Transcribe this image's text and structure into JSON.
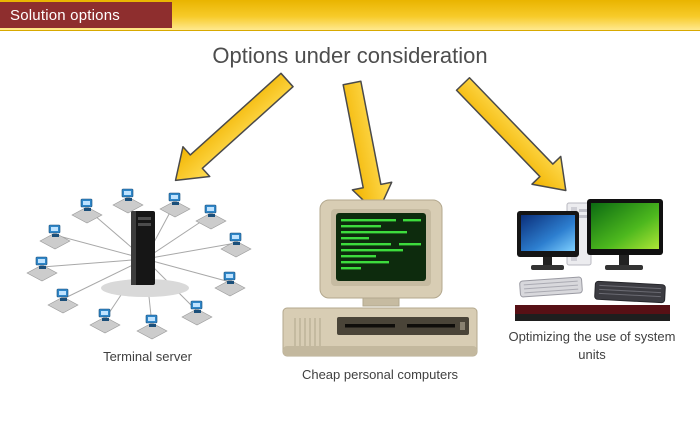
{
  "slide": {
    "header": {
      "label": "Solution options",
      "block_color": "#8E2E2E",
      "bar_color": "#F2BB00",
      "text_color": "#FFFFFF"
    },
    "title": "Options under consideration",
    "arrow_color": "#FFC81E",
    "options": [
      {
        "name": "terminal-server",
        "label": "Terminal server",
        "illustration": "star-network-clipart-central-black-server-with-blue-client-computers"
      },
      {
        "name": "cheap-personal-computers",
        "label": "Cheap personal computers",
        "illustration": "vintage-beige-pc-with-green-crt-screen-and-drive-unit"
      },
      {
        "name": "optimizing-system-units",
        "label": "Optimizing the use of system units",
        "illustration": "two-modern-monitors-blue-and-green-with-tower-and-keyboards"
      }
    ]
  }
}
